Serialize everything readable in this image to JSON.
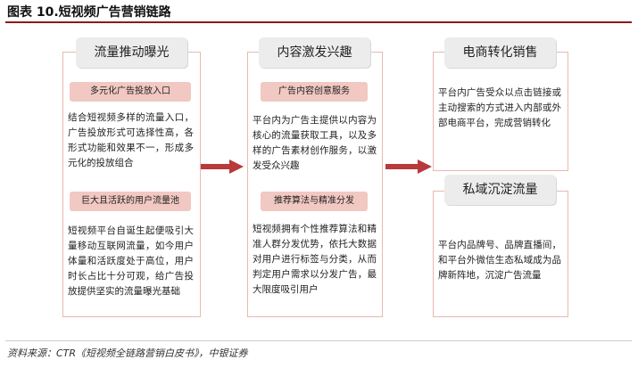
{
  "figure": {
    "title": "图表 10.短视频广告营销链路",
    "source": "资料来源：CTR《短视频全链路营销白皮书》，中银证券"
  },
  "columns": [
    {
      "header": "流量推动曝光",
      "sections": [
        {
          "label": "多元化广告投放入口",
          "text": "结合短视频多样的流量入口，广告投放形式可选择性高，各形式功能和效果不一，形成多元化的投放组合"
        },
        {
          "label": "巨大且活跃的用户流量池",
          "text": "短视频平台自诞生起便吸引大量移动互联网流量，如今用户体量和活跃度处于高位，用户时长占比十分可观，给广告投放提供坚实的流量曝光基础"
        }
      ]
    },
    {
      "header": "内容激发兴趣",
      "sections": [
        {
          "label": "广告内容创意服务",
          "text": "平台内为广告主提供以内容为核心的流量获取工具，以及多样的广告素材创作服务，以激发受众兴趣"
        },
        {
          "label": "推荐算法与精准分发",
          "text": "短视频拥有个性推荐算法和精准人群分发优势，依托大数据对用户进行标签与分类，从而判定用户需求以分发广告，最大限度吸引用户"
        }
      ]
    },
    {
      "header": "电商转化销售",
      "text": "平台内广告受众以点击链接或主动搜索的方式进入内部或外部电商平台，完成营销转化",
      "sub_header": "私域沉淀流量",
      "sub_text": "平台内品牌号、品牌直播间，和平台外微信生态私域成为品牌新阵地，沉淀广告流量"
    }
  ],
  "colors": {
    "accent": "#b83a3a",
    "border": "#e7b9b0",
    "pill": "#ececec",
    "sub_pill": "#f2c8c2"
  }
}
